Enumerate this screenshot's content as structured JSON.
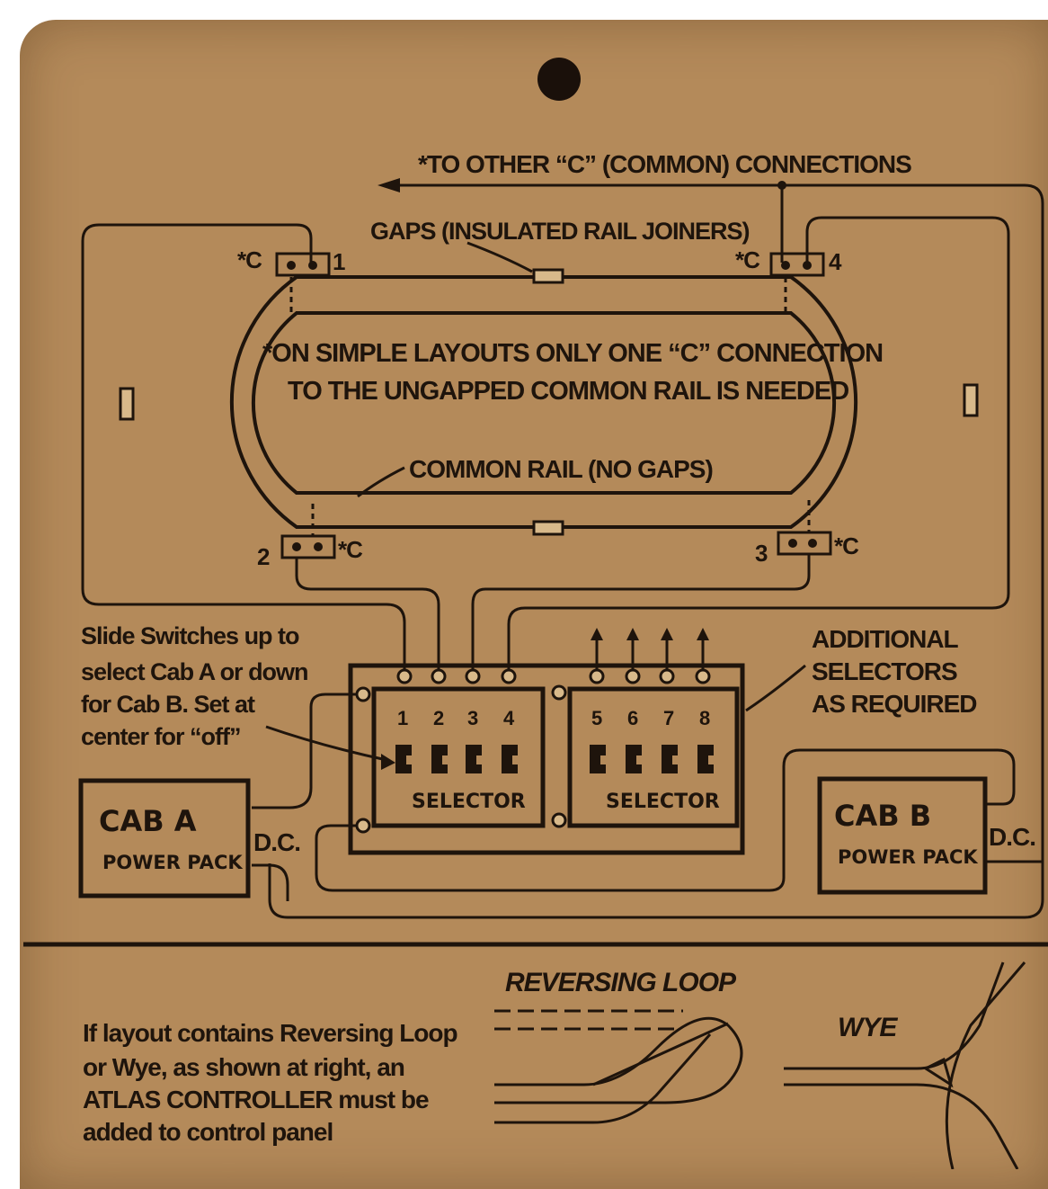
{
  "diagram": {
    "top_note": "*TO OTHER “C” (COMMON) CONNECTIONS",
    "gaps_label": "GAPS (INSULATED RAIL JOINERS)",
    "center_note_line1": "*ON SIMPLE LAYOUTS ONLY ONE “C” CONNECTION",
    "center_note_line2": "TO THE UNGAPPED COMMON RAIL IS NEEDED",
    "common_rail_label": "COMMON RAIL (NO GAPS)",
    "blocks": [
      {
        "number": "1",
        "common": "*C"
      },
      {
        "number": "2",
        "common": "*C"
      },
      {
        "number": "3",
        "common": "*C"
      },
      {
        "number": "4",
        "common": "*C"
      }
    ],
    "slide_note": [
      "Slide Switches up to",
      "select Cab A or down",
      "for Cab B. Set at",
      "center for “off”"
    ],
    "additional_note": [
      "ADDITIONAL",
      "SELECTORS",
      "AS REQUIRED"
    ],
    "selectors": [
      {
        "label": "SELECTOR",
        "switch_numbers": [
          "1",
          "2",
          "3",
          "4"
        ]
      },
      {
        "label": "SELECTOR",
        "switch_numbers": [
          "5",
          "6",
          "7",
          "8"
        ]
      }
    ],
    "cab_a": {
      "title": "CAB A",
      "subtitle": "POWER PACK",
      "dc": "D.C."
    },
    "cab_b": {
      "title": "CAB B",
      "subtitle": "POWER PACK",
      "dc": "D.C."
    },
    "bottom_note": [
      "If layout contains Reversing Loop",
      "or Wye, as shown at right, an",
      "ATLAS CONTROLLER must be",
      "added to control panel"
    ],
    "reversing_loop_label": "REVERSING LOOP",
    "wye_label": "WYE",
    "colors": {
      "card": "#b48a5a",
      "ink": "#1e140c"
    }
  }
}
